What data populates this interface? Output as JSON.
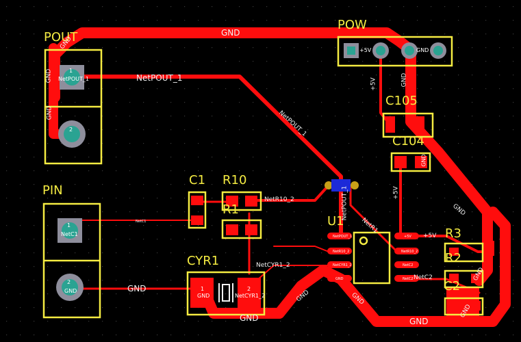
{
  "board": {
    "background": "#000000",
    "colors": {
      "copper": "#ff0d0d",
      "silkscreen": "#f5ec42",
      "pad_square": "#8e8e9c",
      "pad_round": "#2aa392",
      "via": "#c8a018",
      "net_text": "#f1f1f1"
    }
  },
  "components": {
    "pout": {
      "ref": "POUT",
      "pin1_num": "1",
      "pin1_net": "NetPOUT_1",
      "pin2_num": "2"
    },
    "pin": {
      "ref": "PIN",
      "pin1_num": "1",
      "pin1_net": "NetC1",
      "pin2_num": "2",
      "pin2_net": "GND"
    },
    "pow": {
      "ref": "POW",
      "pin1": "+5V",
      "pin3": "GND"
    },
    "c105": {
      "ref": "C105"
    },
    "c104": {
      "ref": "C104",
      "pad_net": "GND"
    },
    "c1": {
      "ref": "C1"
    },
    "r10": {
      "ref": "R10"
    },
    "r1": {
      "ref": "R1"
    },
    "cyr1": {
      "ref": "CYR1",
      "pin1_num": "1",
      "pin1_net": "GND",
      "pin2_num": "2",
      "pin2_net": "NetCYR1_2"
    },
    "u1": {
      "ref": "U1",
      "pin1": "NetPOUT_1",
      "pin2": "NetR10_2",
      "pin3": "NetCYR1_2",
      "pin4": "GND",
      "pin8": "+5V",
      "pin7": "NetR10_2",
      "pin6": "NetC2",
      "pin5": "NetC2"
    },
    "r3": {
      "ref": "R3"
    },
    "r2": {
      "ref": "R2"
    },
    "c2": {
      "ref": "C2"
    }
  },
  "nets": {
    "gnd": "GND",
    "vcc": "+5V",
    "netpout1": "NetPOUT_1",
    "netr10_2": "NetR10_2",
    "netr1": "NetR1",
    "netc1": "NetC1",
    "netc2": "NetC2",
    "netcyr1_2": "NetCYR1_2"
  }
}
